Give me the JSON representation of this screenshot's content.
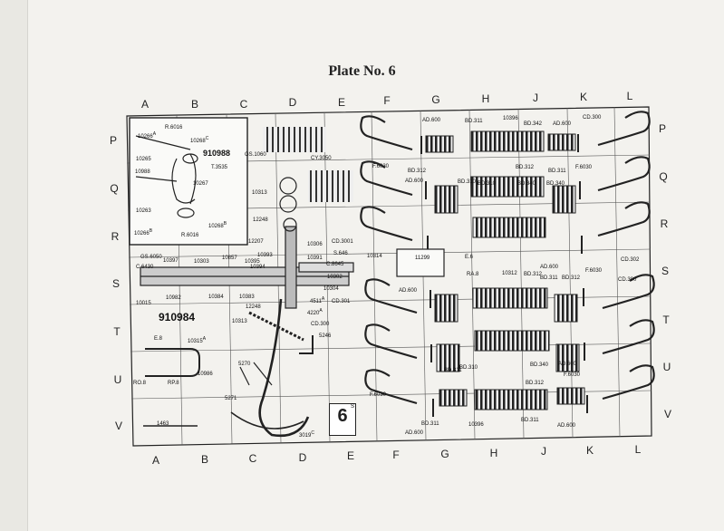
{
  "title": "Plate No. 6",
  "columns": [
    "A",
    "B",
    "C",
    "D",
    "E",
    "F",
    "G",
    "H",
    "J",
    "K",
    "L"
  ],
  "rows": [
    "P",
    "Q",
    "R",
    "S",
    "T",
    "U",
    "V"
  ],
  "plate_number": "6",
  "plate_number_sup": "S",
  "labels": [
    {
      "text": "10266",
      "sup": "A"
    },
    {
      "text": "R.6016"
    },
    {
      "text": "10268",
      "sup": "C"
    },
    {
      "text": "10265"
    },
    {
      "text": "910988"
    },
    {
      "text": "T.3535"
    },
    {
      "text": "10988"
    },
    {
      "text": "10267"
    },
    {
      "text": "10263"
    },
    {
      "text": "10268",
      "sup": "B"
    },
    {
      "text": "10266",
      "sup": "B"
    },
    {
      "text": "R.6016"
    },
    {
      "text": "GS.1060"
    },
    {
      "text": "CY.3050"
    },
    {
      "text": "10313"
    },
    {
      "text": "12248"
    },
    {
      "text": "12207"
    },
    {
      "text": "10306"
    },
    {
      "text": "CD.3001"
    },
    {
      "text": "10391"
    },
    {
      "text": "10393"
    },
    {
      "text": "10395"
    },
    {
      "text": "10394"
    },
    {
      "text": "10303"
    },
    {
      "text": "10857"
    },
    {
      "text": "GS.6050"
    },
    {
      "text": "10397"
    },
    {
      "text": "C.6430"
    },
    {
      "text": "S.646"
    },
    {
      "text": "C.8645"
    },
    {
      "text": "10314"
    },
    {
      "text": "10302"
    },
    {
      "text": "10304"
    },
    {
      "text": "4511",
      "sup": "A"
    },
    {
      "text": "CD.301"
    },
    {
      "text": "4220",
      "sup": "A"
    },
    {
      "text": "10015"
    },
    {
      "text": "10982"
    },
    {
      "text": "10384"
    },
    {
      "text": "10383"
    },
    {
      "text": "910984"
    },
    {
      "text": "12248"
    },
    {
      "text": "10313"
    },
    {
      "text": "CD.300"
    },
    {
      "text": "5246"
    },
    {
      "text": "10315",
      "sup": "A"
    },
    {
      "text": "E.8"
    },
    {
      "text": "10986"
    },
    {
      "text": "5270"
    },
    {
      "text": "RO.8"
    },
    {
      "text": "RP.8"
    },
    {
      "text": "5271"
    },
    {
      "text": "1463"
    },
    {
      "text": "3019",
      "sup": "C"
    },
    {
      "text": "AD.600"
    },
    {
      "text": "BD.311"
    },
    {
      "text": "10396"
    },
    {
      "text": "BD.342"
    },
    {
      "text": "AD.600"
    },
    {
      "text": "CD.300"
    },
    {
      "text": "F.6030"
    },
    {
      "text": "BD.312"
    },
    {
      "text": "AD.600"
    },
    {
      "text": "BD.310"
    },
    {
      "text": "BD.340"
    },
    {
      "text": "BD.312"
    },
    {
      "text": "BD.311"
    },
    {
      "text": "F.6030"
    },
    {
      "text": "BD.310"
    },
    {
      "text": "BD.340"
    },
    {
      "text": "BD.312"
    },
    {
      "text": "11299"
    },
    {
      "text": "E.6"
    },
    {
      "text": "RA.8"
    },
    {
      "text": "10312"
    },
    {
      "text": "AD.600"
    },
    {
      "text": "F.6030"
    },
    {
      "text": "CD.302"
    },
    {
      "text": "AD.600"
    },
    {
      "text": "BD.312"
    },
    {
      "text": "BD.311"
    },
    {
      "text": "CD.300"
    },
    {
      "text": "BD.311"
    },
    {
      "text": "BD.310"
    },
    {
      "text": "BD.340"
    },
    {
      "text": "AD.600"
    },
    {
      "text": "F.6030"
    },
    {
      "text": "F.6030"
    },
    {
      "text": "BD.312"
    },
    {
      "text": "BD.311"
    },
    {
      "text": "10396"
    },
    {
      "text": "BD.311"
    },
    {
      "text": "AD.600"
    },
    {
      "text": "AD.600"
    }
  ]
}
